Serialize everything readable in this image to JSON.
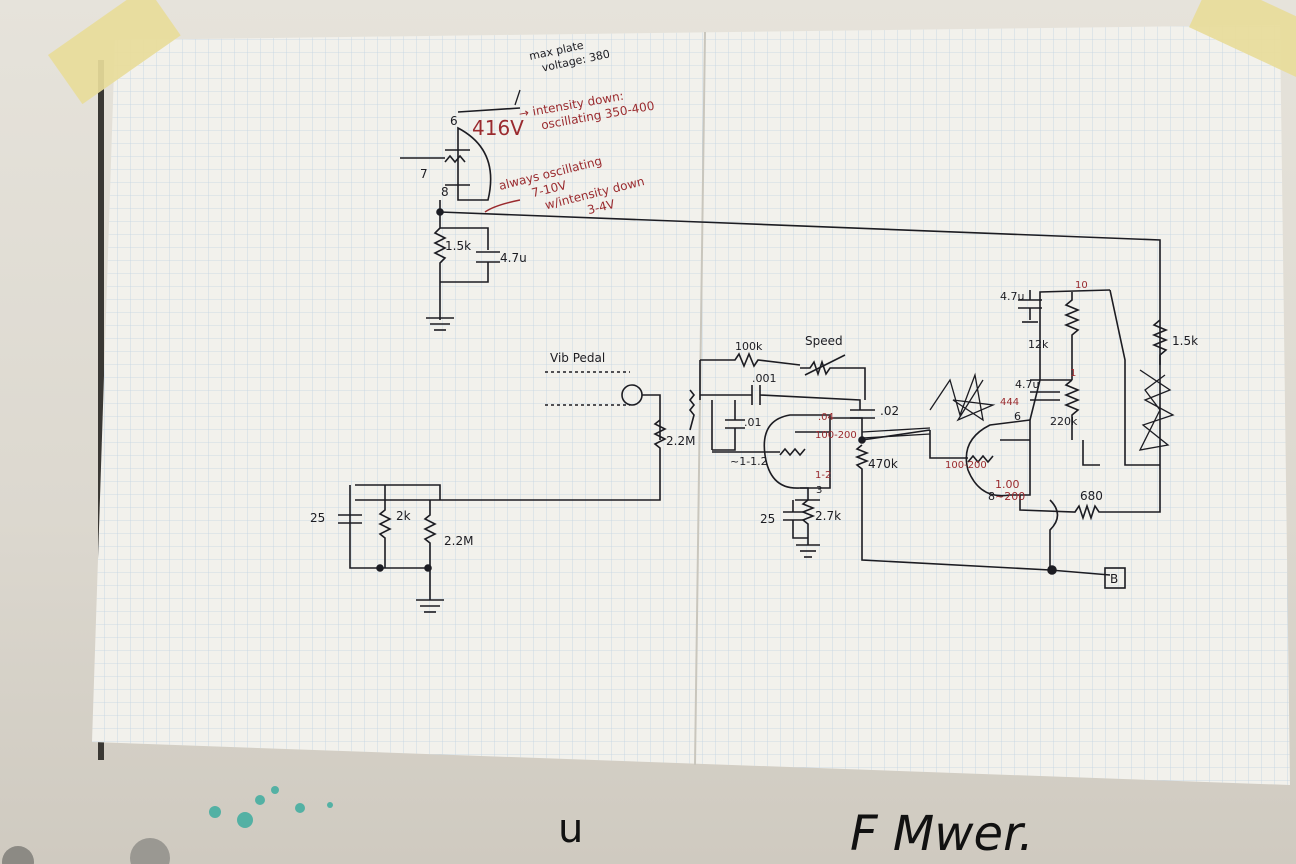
{
  "photo": {
    "subject": "hand-drawn tube vibrato schematic on graph paper taped to a whiteboard"
  },
  "labels": {
    "pin6_top": "6",
    "pin7": "7",
    "pin8_top": "8",
    "plate_voltage": "416V",
    "max_plate_line1": "max plate",
    "max_plate_line2": "voltage: 380",
    "intensity_line1": "→ intensity down:",
    "intensity_line2": "oscillating 350-400",
    "always_osc_line1": "always oscillating",
    "always_osc_line2": "7-10V",
    "always_osc_line3": "w/intensity down",
    "always_osc_line4": "3-4V",
    "r_cathode_top": "1.5k",
    "c_cathode_top": "4.7u",
    "vib_pedal": "Vib Pedal",
    "r_100k": "100k",
    "speed": "Speed",
    "c_001": ".001",
    "c_01": ".01",
    "c_02": ".02",
    "r_22m_in": "2.2M",
    "v_mid": "~1-1.2",
    "r_470k": "470k",
    "v_plate1": "100-200",
    "v_04": ".04",
    "v_12": "1-2",
    "pin3": "3",
    "c_25_mid": "25",
    "r_27k": "2.7k",
    "c_47u_a": "4.7u",
    "c_47u_b": "4.7u",
    "r_12k": "12k",
    "r_220k": "220k",
    "r_15k_right": "1.5k",
    "r_680": "680",
    "v_grid2": "100-200",
    "pin6_right": "6",
    "pin8_right": "8",
    "v_100": "1.00",
    "v_200": "~200",
    "v_444": "444",
    "c_25_left": "25",
    "r_2k_left": "2k",
    "r_22m_left": "2.2M",
    "node_b": "B",
    "ten_a": "10",
    "one_a": "1",
    "whiteboard_scribble_1": "u",
    "whiteboard_scribble_2": "F Mwer."
  },
  "colors": {
    "ink": "#1c1c22",
    "red_ink": "#9a2a2e",
    "paper": "#f2f1ec",
    "grid": "#b9cde0",
    "tape": "#e8dc9a",
    "teal_marker": "#2aa89a"
  }
}
